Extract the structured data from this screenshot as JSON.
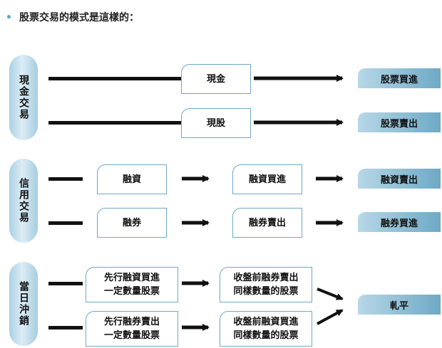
{
  "heading": {
    "bullet": "•",
    "text": "股票交易的模式是這樣的："
  },
  "rows": {
    "cash_trade": {
      "label": "現金交易",
      "line1_box": "現金",
      "line1_result": "股票買進",
      "line2_box": "現股",
      "line2_result": "股票賣出"
    },
    "credit_trade": {
      "label": "信用交易",
      "line1_box1": "融資",
      "line1_box2": "融資買進",
      "line1_result": "融資賣出",
      "line2_box1": "融券",
      "line2_box2": "融券賣出",
      "line2_result": "融券買進"
    },
    "day_trade": {
      "label": "當日沖銷",
      "line1_box1_l1": "先行融資買進",
      "line1_box1_l2": "一定數量股票",
      "line1_box2_l1": "收盤前融券賣出",
      "line1_box2_l2": "同樣數量的股票",
      "line2_box1_l1": "先行融券賣出",
      "line2_box1_l2": "一定數量股票",
      "line2_box2_l1": "收盤前融資買進",
      "line2_box2_l2": "同樣數量的股票",
      "result": "軋平"
    }
  },
  "colors": {
    "accent": "#6ea9c6",
    "pill_light": "#dcedf5",
    "line": "#111111"
  }
}
